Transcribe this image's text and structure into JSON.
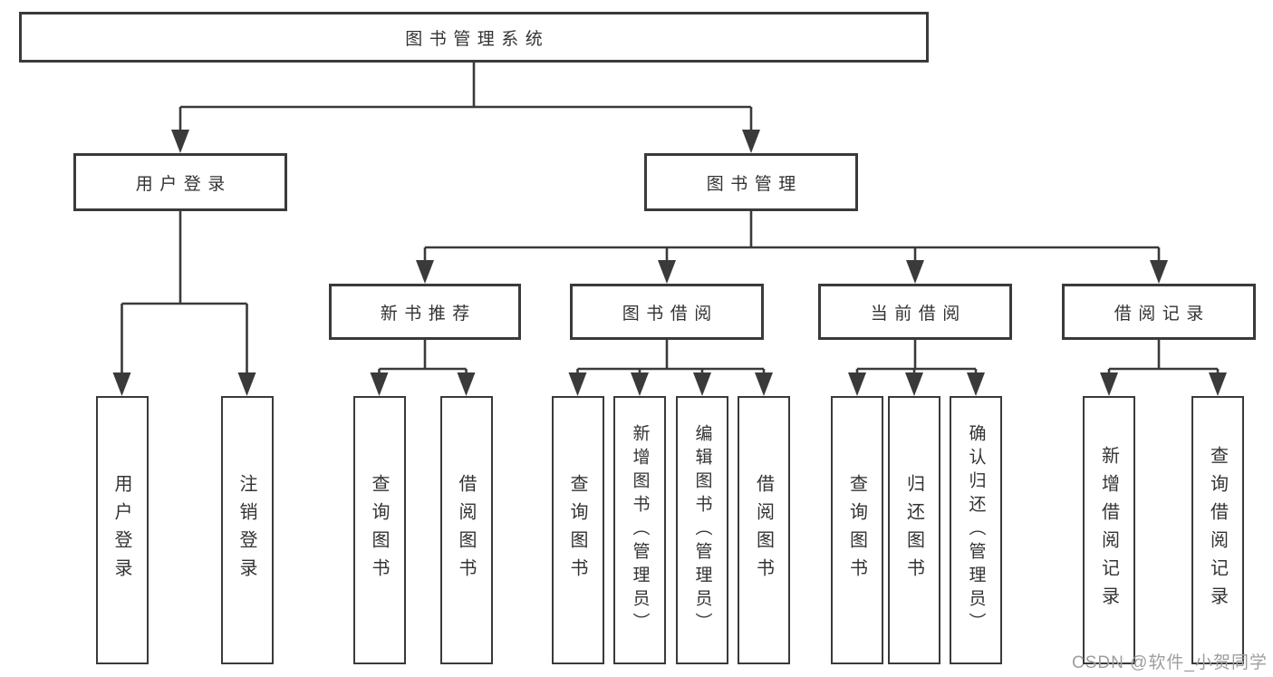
{
  "diagram_title": "图书管理系统",
  "tree": {
    "label": "图书管理系统",
    "children": [
      {
        "label": "用户登录",
        "children": [
          {
            "label": "用户登录"
          },
          {
            "label": "注销登录"
          }
        ]
      },
      {
        "label": "图书管理",
        "children": [
          {
            "label": "新书推荐",
            "children": [
              {
                "label": "查询图书"
              },
              {
                "label": "借阅图书"
              }
            ]
          },
          {
            "label": "图书借阅",
            "children": [
              {
                "label": "查询图书"
              },
              {
                "label": "新增图书（管理员）"
              },
              {
                "label": "编辑图书（管理员）"
              },
              {
                "label": "借阅图书"
              }
            ]
          },
          {
            "label": "当前借阅",
            "children": [
              {
                "label": "查询图书"
              },
              {
                "label": "归还图书"
              },
              {
                "label": "确认归还（管理员）"
              }
            ]
          },
          {
            "label": "借阅记录",
            "children": [
              {
                "label": "新增借阅记录"
              },
              {
                "label": "查询借阅记录"
              }
            ]
          }
        ]
      }
    ]
  },
  "watermark": {
    "text": "CSDN @软件_小贺同学"
  },
  "colors": {
    "line": "#3a3a3a",
    "text": "#333333",
    "watermark": "#9e9e9e",
    "background": "#ffffff"
  }
}
